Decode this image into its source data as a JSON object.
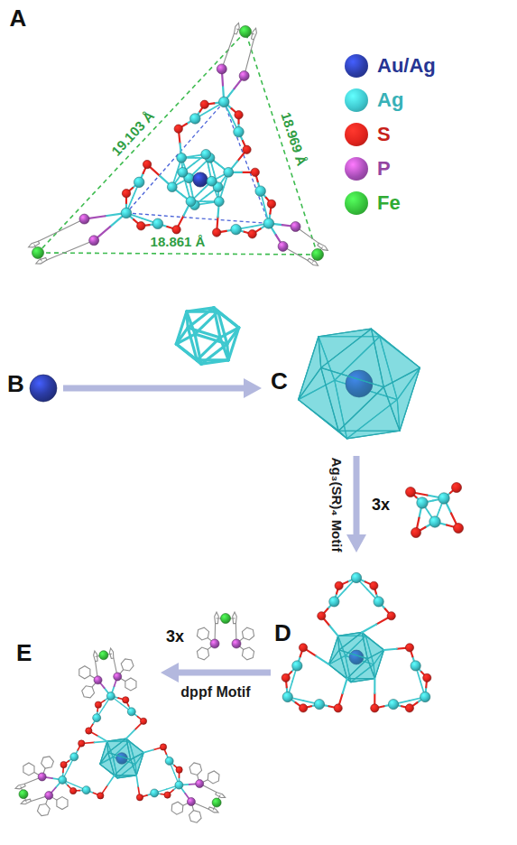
{
  "diagram": {
    "nodes": [
      {
        "text": [
          "B"
        ]
      },
      {
        "text": [
          "C"
        ]
      },
      {
        "text": [
          "D"
        ]
      },
      {
        "text": [
          "E"
        ]
      }
    ],
    "edges": [
      {
        "from": 0,
        "to": 1,
        "arrow": "to"
      },
      {
        "from": 1,
        "to": 2,
        "arrow": "to",
        "label": "Ag₃(SR)₄ Motif"
      },
      {
        "from": 2,
        "to": 3,
        "arrow": "to",
        "label": "dppf Motif"
      }
    ],
    "labels": [
      "A",
      "19.103 Å",
      "18.969 Å",
      "18.861 Å",
      "3x",
      "3x"
    ],
    "legend": [
      {
        "text": "Au/Ag",
        "color": "#2b3ca6"
      },
      {
        "text": "Ag",
        "color": "#3ec8cf"
      },
      {
        "text": "S",
        "color": "#e2231d"
      },
      {
        "text": "P",
        "color": "#a64db6"
      },
      {
        "text": "Fe",
        "color": "#36c23b"
      }
    ]
  }
}
